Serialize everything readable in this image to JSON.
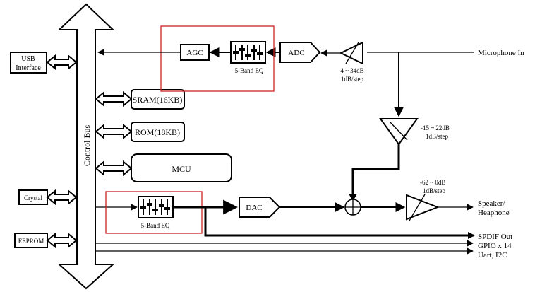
{
  "bus": {
    "label": "Control Bus"
  },
  "left": {
    "usb_line1": "USB",
    "usb_line2": "Interface",
    "crystal": "Crystal",
    "eeprom": "EEPROM"
  },
  "memory": {
    "sram": "SRAM(16KB)",
    "rom": "ROM(18KB)",
    "mcu": "MCU"
  },
  "record_path": {
    "agc": "AGC",
    "eq": "5-Band EQ",
    "adc": "ADC",
    "gain_line1": "4 ~ 34dB",
    "gain_line2": "1dB/step",
    "input": "Microphone In"
  },
  "mixer": {
    "gain_line1": "-15 ~ 22dB",
    "gain_line2": "1dB/step"
  },
  "playback_path": {
    "eq": "5-Band EQ",
    "dac": "DAC",
    "gain_line1": "-62 ~ 0dB",
    "gain_line2": "1dB/step",
    "output_line1": "Speaker/",
    "output_line2": "Heaphone"
  },
  "outputs": {
    "spdif": "SPDIF Out",
    "gpio": "GPIO x 14",
    "uart": "Uart,  I2C"
  },
  "colors": {
    "line": "#000000",
    "highlight": "#cc2222",
    "background": "#ffffff"
  }
}
